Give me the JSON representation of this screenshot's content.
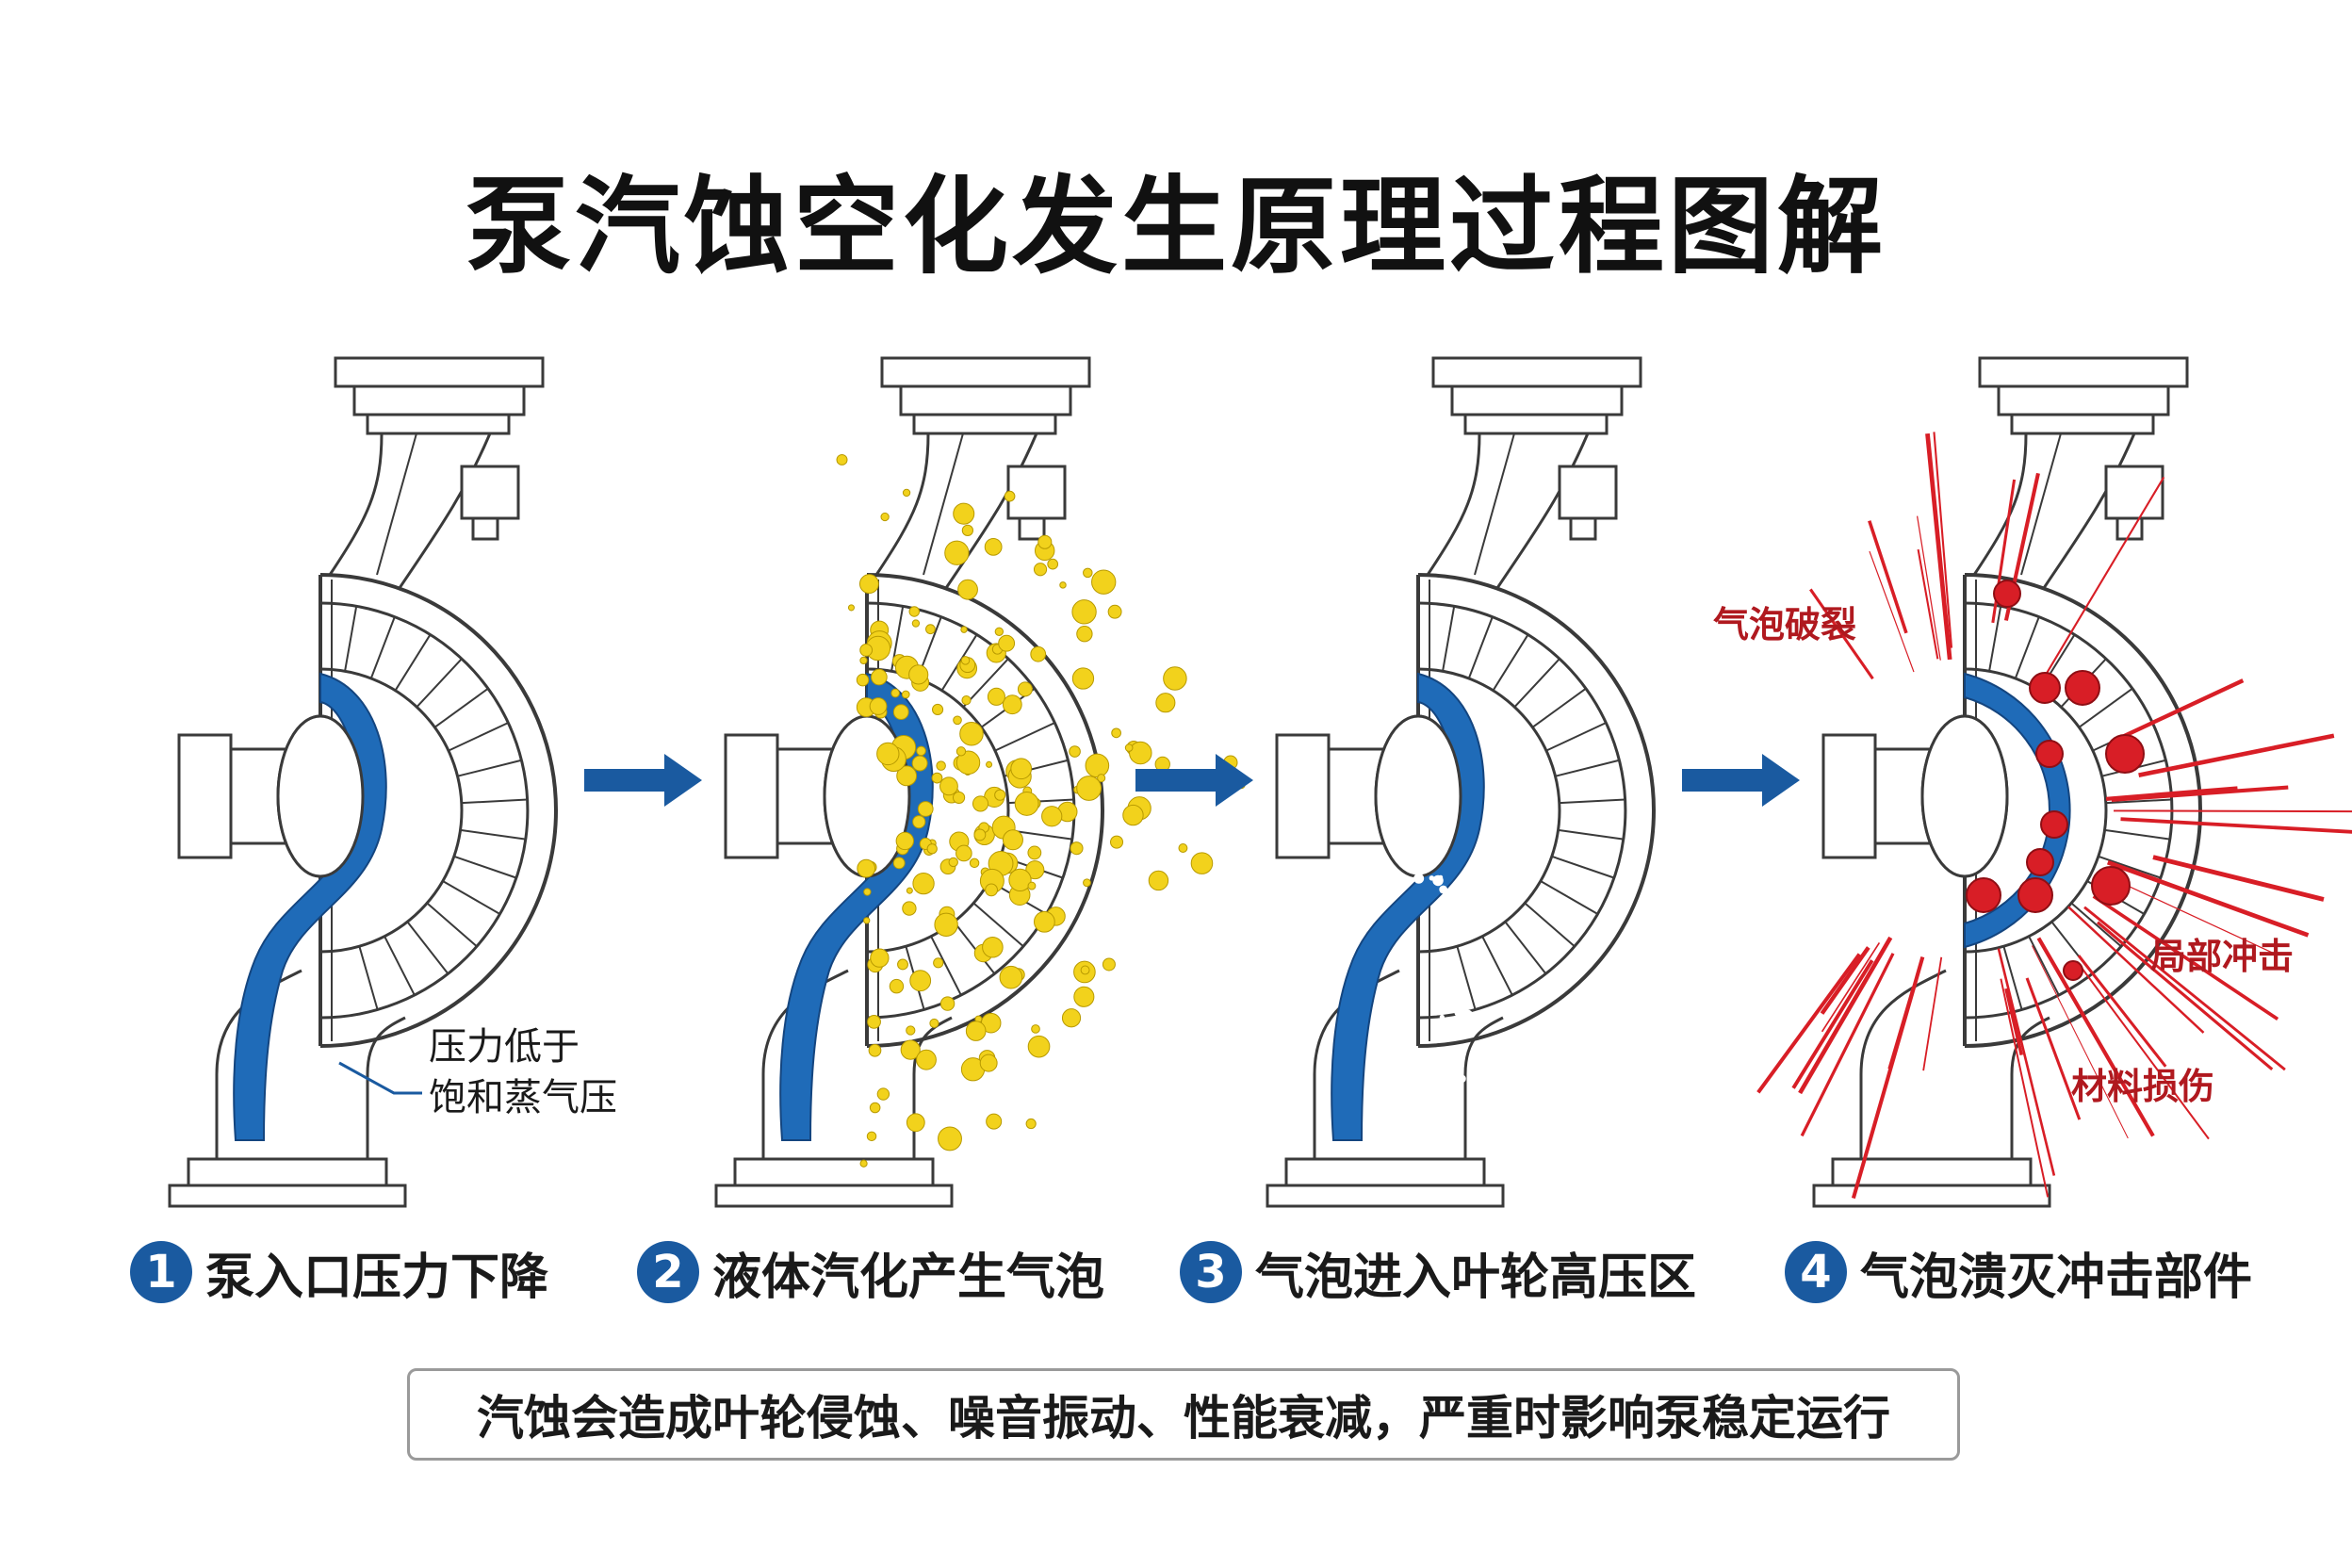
{
  "title": "泵汽蚀空化发生原理过程图解",
  "annotations": {
    "pressure_line1": "压力低于",
    "pressure_line2": "饱和蒸气压",
    "bubble_burst": "气泡破裂",
    "local_impact": "局部冲击",
    "material_damage": "材料损伤"
  },
  "steps": [
    {
      "num": "1",
      "label": "泵入口压力下降"
    },
    {
      "num": "2",
      "label": "液体汽化产生气泡"
    },
    {
      "num": "3",
      "label": "气泡进入叶轮高压区"
    },
    {
      "num": "4",
      "label": "气泡溃灭冲击部件"
    }
  ],
  "note": "汽蚀会造成叶轮侵蚀、噪音振动、性能衰减，严重时影响泵稳定运行",
  "colors": {
    "liquid_blue": "#1f6bb8",
    "bubble_yellow": "#f2d21c",
    "impact_red": "#d81e26",
    "arrow_blue": "#1a5aa0",
    "outline": "#3a3a3a",
    "label_red": "#b0191f"
  }
}
